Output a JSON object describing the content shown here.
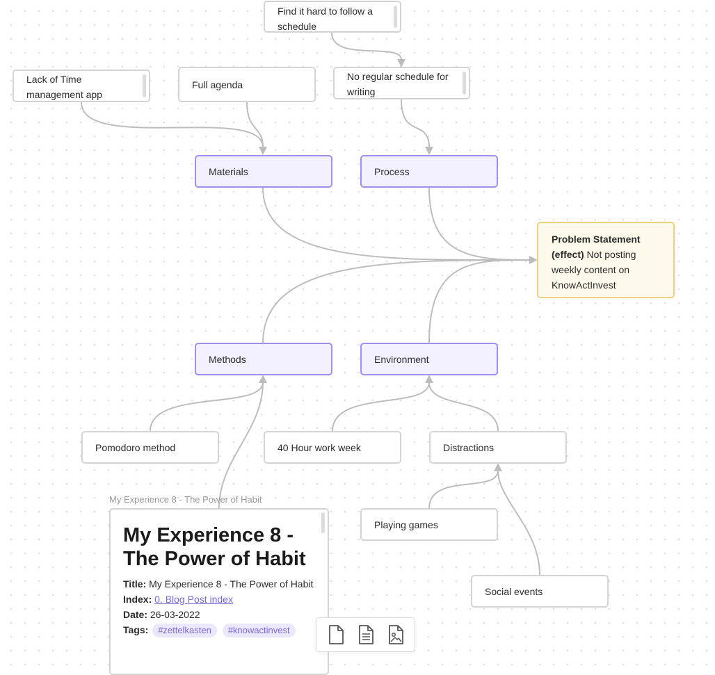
{
  "nodes": {
    "find_hard": "Find it hard to follow a schedule",
    "lack_of_time": "Lack of Time management app",
    "full_agenda": "Full agenda",
    "no_regular_schedule": "No regular schedule for writing",
    "materials": "Materials",
    "process": "Process",
    "methods": "Methods",
    "environment": "Environment",
    "pomodoro": "Pomodoro method",
    "work_week": "40 Hour work week",
    "distractions": "Distractions",
    "playing_games": "Playing games",
    "social_events": "Social events",
    "problem_bold": "Problem Statement (effect)",
    "problem_text": " Not posting weekly content on KnowActInvest"
  },
  "card": {
    "label": "My Experience 8 - The Power of Habit",
    "heading": "My Experience 8 - The Power of Habit",
    "title_key": "Title:",
    "title_value": " My Experience 8 - The Power of Habit",
    "index_key": "Index:",
    "index_link": "0. Blog Post index",
    "date_key": "Date:",
    "date_value": " 26-03-2022",
    "tags_key": "Tags:",
    "tags": [
      "#zettelkasten",
      "#knowactinvest"
    ]
  },
  "toolbar": {
    "icons": [
      "blank-file-icon",
      "text-file-icon",
      "image-file-icon"
    ]
  },
  "colors": {
    "edge": "#bdbdbd",
    "group_fill": "#f3f1ff",
    "group_border": "#a28ef2",
    "problem_fill": "#fdfaeb",
    "problem_border": "#ecd27c",
    "link": "#7c67d9"
  }
}
